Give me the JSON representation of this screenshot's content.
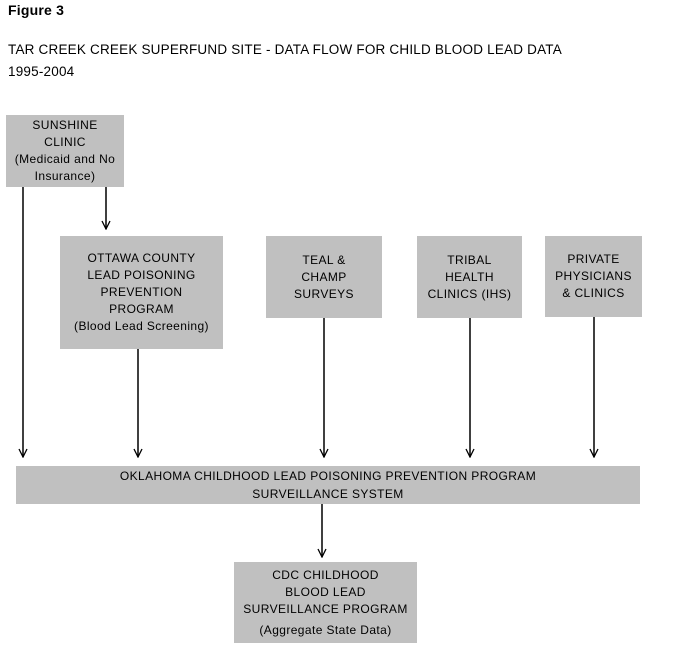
{
  "header": {
    "figure_label": "Figure 3",
    "title_line1": "TAR CREEK CREEK SUPERFUND SITE - DATA FLOW FOR CHILD BLOOD LEAD DATA",
    "title_line2": "1995-2004"
  },
  "colors": {
    "node_fill": "#c0c0c0",
    "text": "#000000",
    "arrow": "#000000",
    "background": "#ffffff"
  },
  "nodes": {
    "sunshine_clinic": {
      "lines": [
        "SUNSHINE",
        "CLINIC",
        "(Medicaid and No",
        "Insurance)"
      ]
    },
    "ottawa_county": {
      "lines": [
        "OTTAWA COUNTY",
        "LEAD POISONING",
        "PREVENTION",
        "PROGRAM",
        "(Blood Lead Screening)"
      ]
    },
    "teal_champ": {
      "lines": [
        "TEAL &",
        "CHAMP",
        "SURVEYS"
      ]
    },
    "tribal_health": {
      "lines": [
        "TRIBAL",
        "HEALTH",
        "CLINICS (IHS)"
      ]
    },
    "private_physicians": {
      "lines": [
        "PRIVATE",
        "PHYSICIANS",
        "& CLINICS"
      ]
    },
    "oklahoma_program": {
      "lines": [
        "OKLAHOMA CHILDHOOD LEAD POISONING PREVENTION PROGRAM",
        "SURVEILLANCE SYSTEM"
      ]
    },
    "cdc_program": {
      "lines": [
        "CDC CHILDHOOD",
        "BLOOD LEAD",
        "SURVEILLANCE PROGRAM",
        "(Aggregate State Data)"
      ]
    }
  }
}
